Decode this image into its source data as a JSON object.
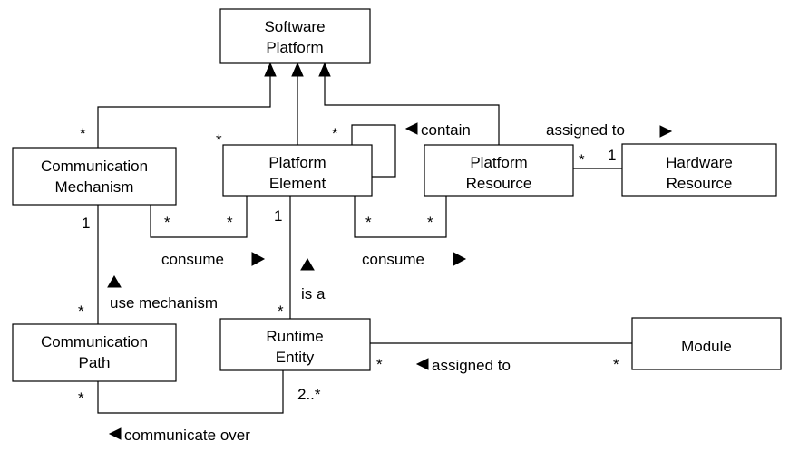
{
  "boxes": {
    "software_platform": [
      "Software",
      "Platform"
    ],
    "communication_mechanism": [
      "Communication",
      "Mechanism"
    ],
    "platform_element": [
      "Platform",
      "Element"
    ],
    "platform_resource": [
      "Platform",
      "Resource"
    ],
    "hardware_resource": [
      "Hardware",
      "Resource"
    ],
    "communication_path": [
      "Communication",
      "Path"
    ],
    "runtime_entity": [
      "Runtime",
      "Entity"
    ],
    "module": [
      "Module"
    ]
  },
  "associations": {
    "contain": "contain",
    "assigned_to_hw": "assigned to",
    "consume_left": "consume",
    "consume_right": "consume",
    "use_mechanism": "use mechanism",
    "is_a": "is a",
    "assigned_to_module": "assigned to",
    "communicate_over": "communicate over"
  },
  "multiplicities": {
    "comm_mech_to_sp": "*",
    "plat_elem_to_sp": "*",
    "contain_end": "*",
    "plat_res_to_hw": "*",
    "hw_to_plat_res": "1",
    "consume_left_mech": "*",
    "consume_left_elem": "*",
    "consume_right_elem": "*",
    "consume_right_res": "*",
    "comm_mech_to_path": "1",
    "path_to_comm_mech": "*",
    "plat_elem_to_runtime": "1",
    "runtime_to_plat_elem": "*",
    "runtime_to_module": "*",
    "module_to_runtime": "*",
    "path_to_runtime": "*",
    "runtime_to_path": "2..*"
  }
}
